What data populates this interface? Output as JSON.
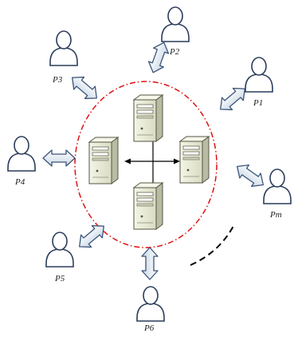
{
  "diagram": {
    "participants": [
      {
        "id": "p1",
        "label": "P1"
      },
      {
        "id": "p2",
        "label": "P2"
      },
      {
        "id": "p3",
        "label": "P3"
      },
      {
        "id": "p4",
        "label": "P4"
      },
      {
        "id": "p5",
        "label": "P5"
      },
      {
        "id": "p6",
        "label": "P6"
      },
      {
        "id": "pm",
        "label": "Pm"
      }
    ],
    "servers": [
      {
        "id": "server-top"
      },
      {
        "id": "server-left"
      },
      {
        "id": "server-right"
      },
      {
        "id": "server-bottom"
      }
    ],
    "colors": {
      "ring": "#dd1111",
      "person_fill": "#ffffff",
      "person_stroke": "#2a3c5a",
      "arrow_fill_light": "#ffffff",
      "arrow_fill_dark": "#c9d7e6",
      "arrow_stroke": "#3c5478",
      "server_body": "#e9ebd6",
      "server_stroke": "#555544",
      "connector": "#000000",
      "dashed_arc": "#000000"
    },
    "icons": [
      "person-icon",
      "server-icon",
      "double-arrow-icon"
    ]
  }
}
